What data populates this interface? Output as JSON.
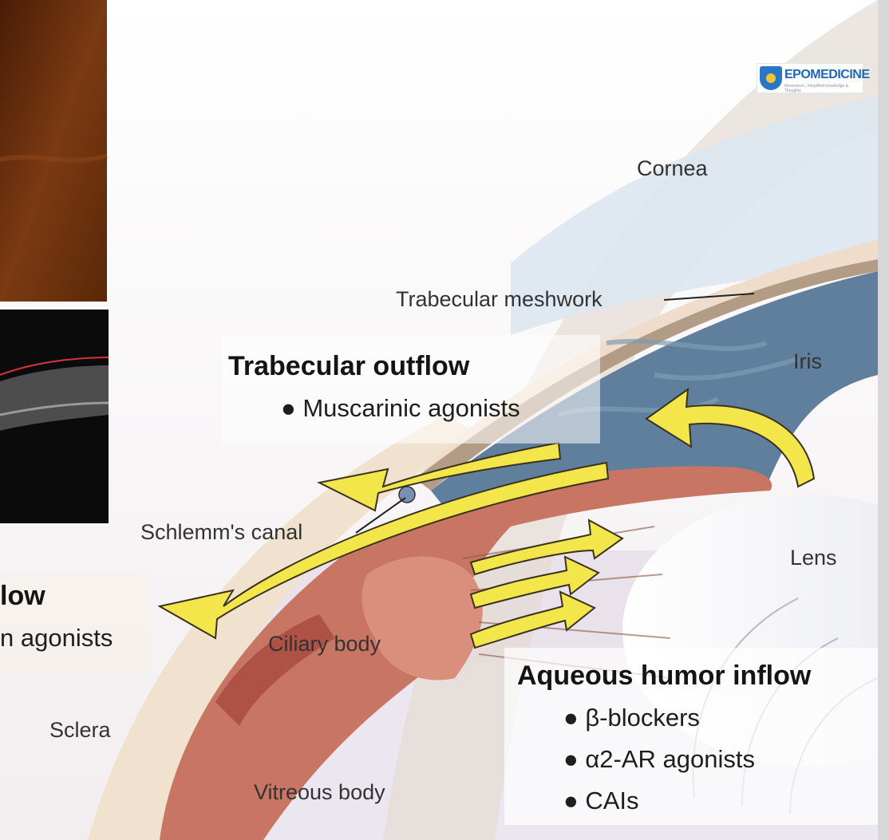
{
  "logo": {
    "name": "EPOMEDICINE",
    "tagline": "Mnemonics, Simplified knowledge & Thoughts"
  },
  "labels": {
    "cornea": "Cornea",
    "trabecular_meshwork": "Trabecular meshwork",
    "iris": "Iris",
    "schlemms_canal": "Schlemm's canal",
    "lens": "Lens",
    "ciliary_body": "Ciliary body",
    "sclera": "Sclera",
    "vitreous_body": "Vitreous body"
  },
  "trabecular_outflow": {
    "heading": "Trabecular outflow",
    "items": [
      "Muscarinic agonists"
    ]
  },
  "left_fragment": {
    "heading": "low",
    "item": "n agonists"
  },
  "aqueous_inflow": {
    "heading": "Aqueous humor inflow",
    "items": [
      "β-blockers",
      "α2-AR agonists",
      "CAIs"
    ]
  },
  "colors": {
    "cornea": "#dcd3cc",
    "iris": "#5f7f9c",
    "ciliary_body": "#c97563",
    "sclera": "#f1e2cf",
    "arrows": "#f2e64a"
  }
}
